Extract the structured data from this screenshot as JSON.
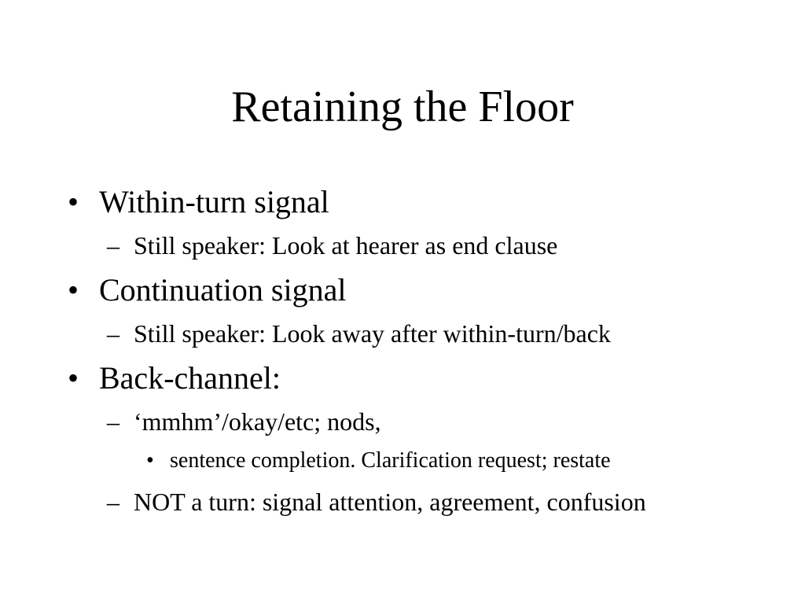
{
  "slide": {
    "title": "Retaining the Floor",
    "items": [
      {
        "text": "Within-turn signal",
        "children": [
          {
            "text": "Still speaker: Look at hearer as end clause"
          }
        ]
      },
      {
        "text": "Continuation signal",
        "children": [
          {
            "text": "Still speaker: Look away after within-turn/back"
          }
        ]
      },
      {
        "text": "Back-channel:",
        "children": [
          {
            "text": "‘mmhm’/okay/etc; nods,",
            "children": [
              {
                "text": "sentence completion. Clarification request; restate"
              }
            ]
          },
          {
            "text": "NOT a turn: signal attention, agreement, confusion"
          }
        ]
      }
    ],
    "bullet_glyph": "•",
    "dash_glyph": "–"
  }
}
